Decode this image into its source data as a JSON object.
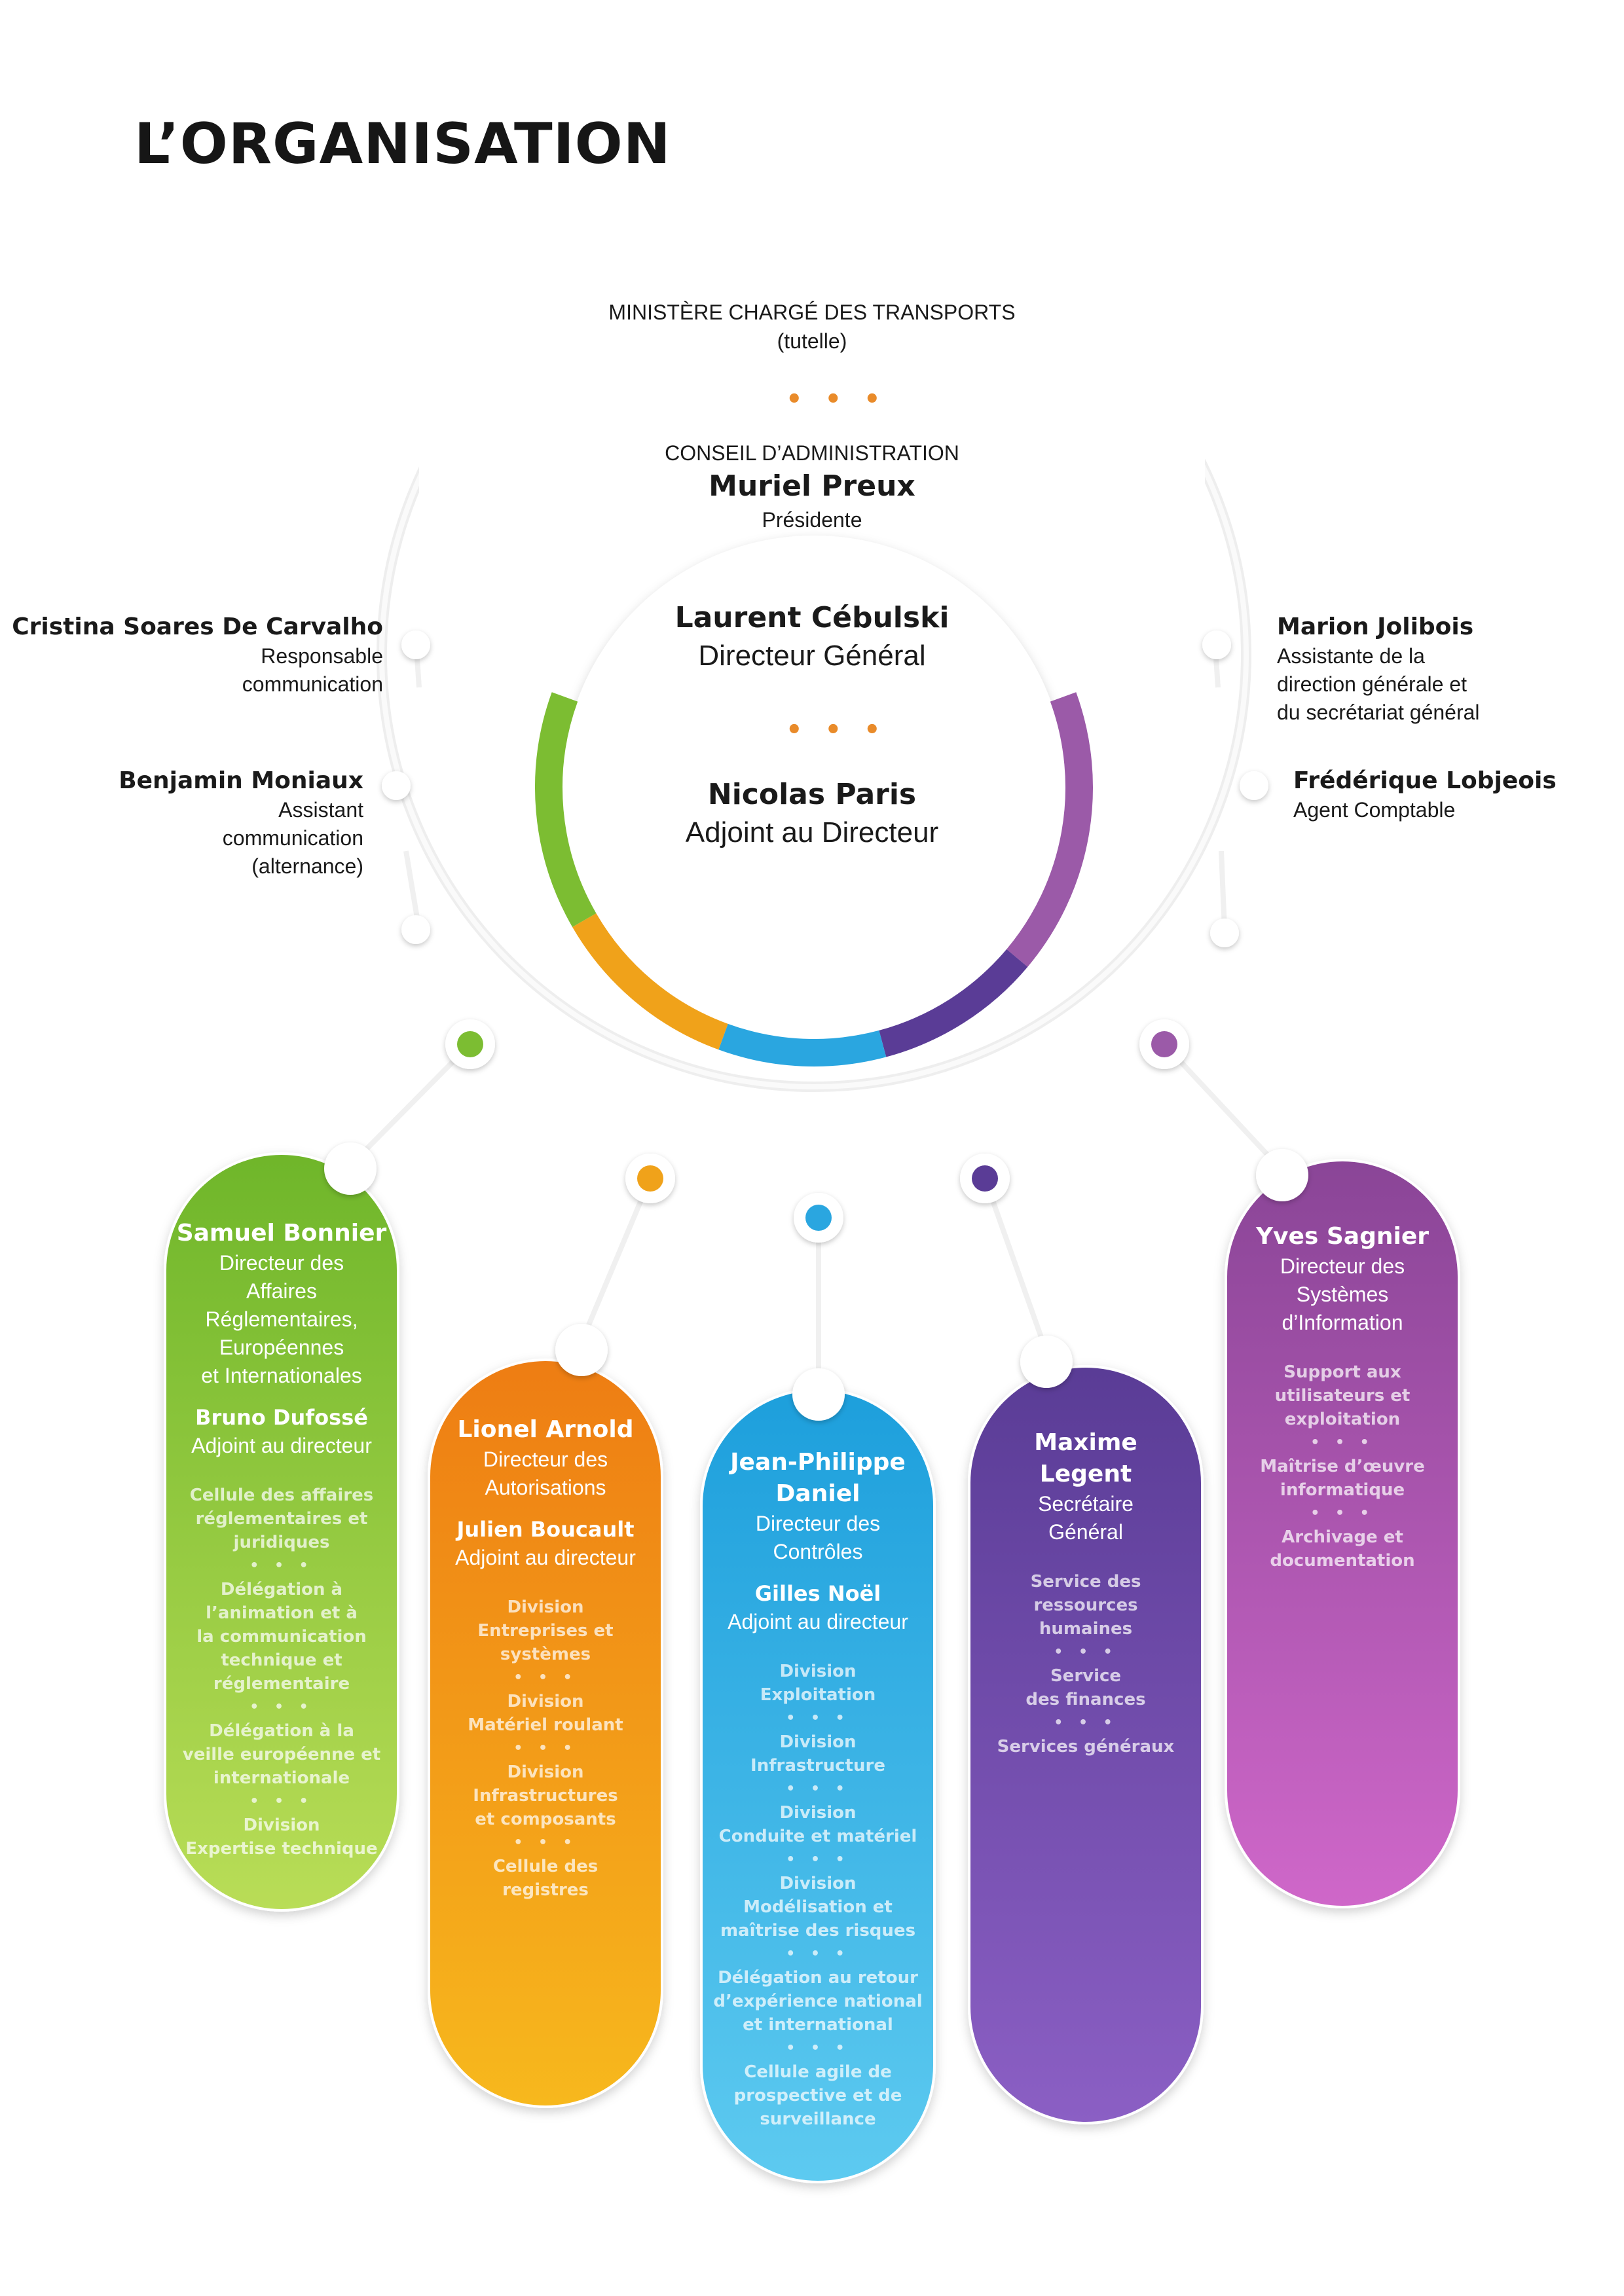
{
  "page": {
    "title": "L’ORGANISATION"
  },
  "tutelle": {
    "line1": "MINISTÈRE CHARGÉ DES TRANSPORTS",
    "line2": "(tutelle)"
  },
  "separator": "• • •",
  "conseil": {
    "label": "CONSEIL D’ADMINISTRATION",
    "name": "Muriel Preux",
    "role": "Présidente"
  },
  "direction": {
    "dg_name": "Laurent Cébulski",
    "dg_role": "Directeur Général",
    "adj_name": "Nicolas Paris",
    "adj_role": "Adjoint au Directeur"
  },
  "left_staff": [
    {
      "name": "Cristina Soares De Carvalho",
      "role": [
        "Responsable",
        "communication"
      ]
    },
    {
      "name": "Benjamin Moniaux",
      "role": [
        "Assistant",
        "communication",
        "(alternance)"
      ]
    }
  ],
  "right_staff": [
    {
      "name": "Marion Jolibois",
      "role": [
        "Assistante de la",
        "direction générale et",
        "du secrétariat général"
      ]
    },
    {
      "name": "Frédérique Lobjeois",
      "role": [
        "Agent Comptable"
      ]
    }
  ],
  "divisions": [
    {
      "color_top": "#6fb62a",
      "color_bottom": "#b9dd57",
      "name": [
        "Samuel Bonnier"
      ],
      "role": [
        "Directeur des",
        "Affaires",
        "Réglementaires,",
        "Européennes",
        "et Internationales"
      ],
      "adjoint_name": "Bruno Dufossé",
      "adjoint_role": "Adjoint au directeur",
      "units": [
        [
          "Cellule des affaires",
          "réglementaires et",
          "juridiques"
        ],
        [
          "Délégation à",
          "l’animation et à",
          "la communication",
          "technique et",
          "réglementaire"
        ],
        [
          "Délégation à la",
          "veille européenne et",
          "internationale"
        ],
        [
          "Division",
          "Expertise technique"
        ]
      ]
    },
    {
      "color_top": "#ee7d13",
      "color_bottom": "#f7b81d",
      "name": [
        "Lionel Arnold"
      ],
      "role": [
        "Directeur des",
        "Autorisations"
      ],
      "adjoint_name": "Julien Boucault",
      "adjoint_role": "Adjoint au directeur",
      "units": [
        [
          "Division",
          "Entreprises et",
          "systèmes"
        ],
        [
          "Division",
          "Matériel roulant"
        ],
        [
          "Division",
          "Infrastructures",
          "et composants"
        ],
        [
          "Cellule des",
          "registres"
        ]
      ]
    },
    {
      "color_top": "#1d9fdc",
      "color_bottom": "#5dcaf0",
      "name": [
        "Jean-Philippe",
        "Daniel"
      ],
      "role": [
        "Directeur des",
        "Contrôles"
      ],
      "adjoint_name": "Gilles Noël",
      "adjoint_role": "Adjoint au directeur",
      "units": [
        [
          "Division",
          "Exploitation"
        ],
        [
          "Division",
          "Infrastructure"
        ],
        [
          "Division",
          "Conduite et matériel"
        ],
        [
          "Division",
          "Modélisation et",
          "maîtrise des risques"
        ],
        [
          "Délégation au retour",
          "d’expérience national",
          "et international"
        ],
        [
          "Cellule agile de",
          "prospective et de",
          "surveillance"
        ]
      ]
    },
    {
      "color_top": "#5a3c96",
      "color_bottom": "#8b5fc4",
      "name": [
        "Maxime",
        "Legent"
      ],
      "role": [
        "Secrétaire",
        "Général"
      ],
      "adjoint_name": "",
      "adjoint_role": "",
      "units": [
        [
          "Service des",
          "ressources",
          "humaines"
        ],
        [
          "Service",
          "des finances"
        ],
        [
          "Services généraux"
        ]
      ]
    },
    {
      "color_top": "#8a4597",
      "color_bottom": "#cf67c9",
      "name": [
        "Yves Sagnier"
      ],
      "role": [
        "Directeur des",
        "Systèmes",
        "d’Information"
      ],
      "adjoint_name": "",
      "adjoint_role": "",
      "units": [
        [
          "Support aux",
          "utilisateurs et",
          "exploitation"
        ],
        [
          "Maîtrise d’œuvre",
          "informatique"
        ],
        [
          "Archivage et",
          "documentation"
        ]
      ]
    }
  ]
}
